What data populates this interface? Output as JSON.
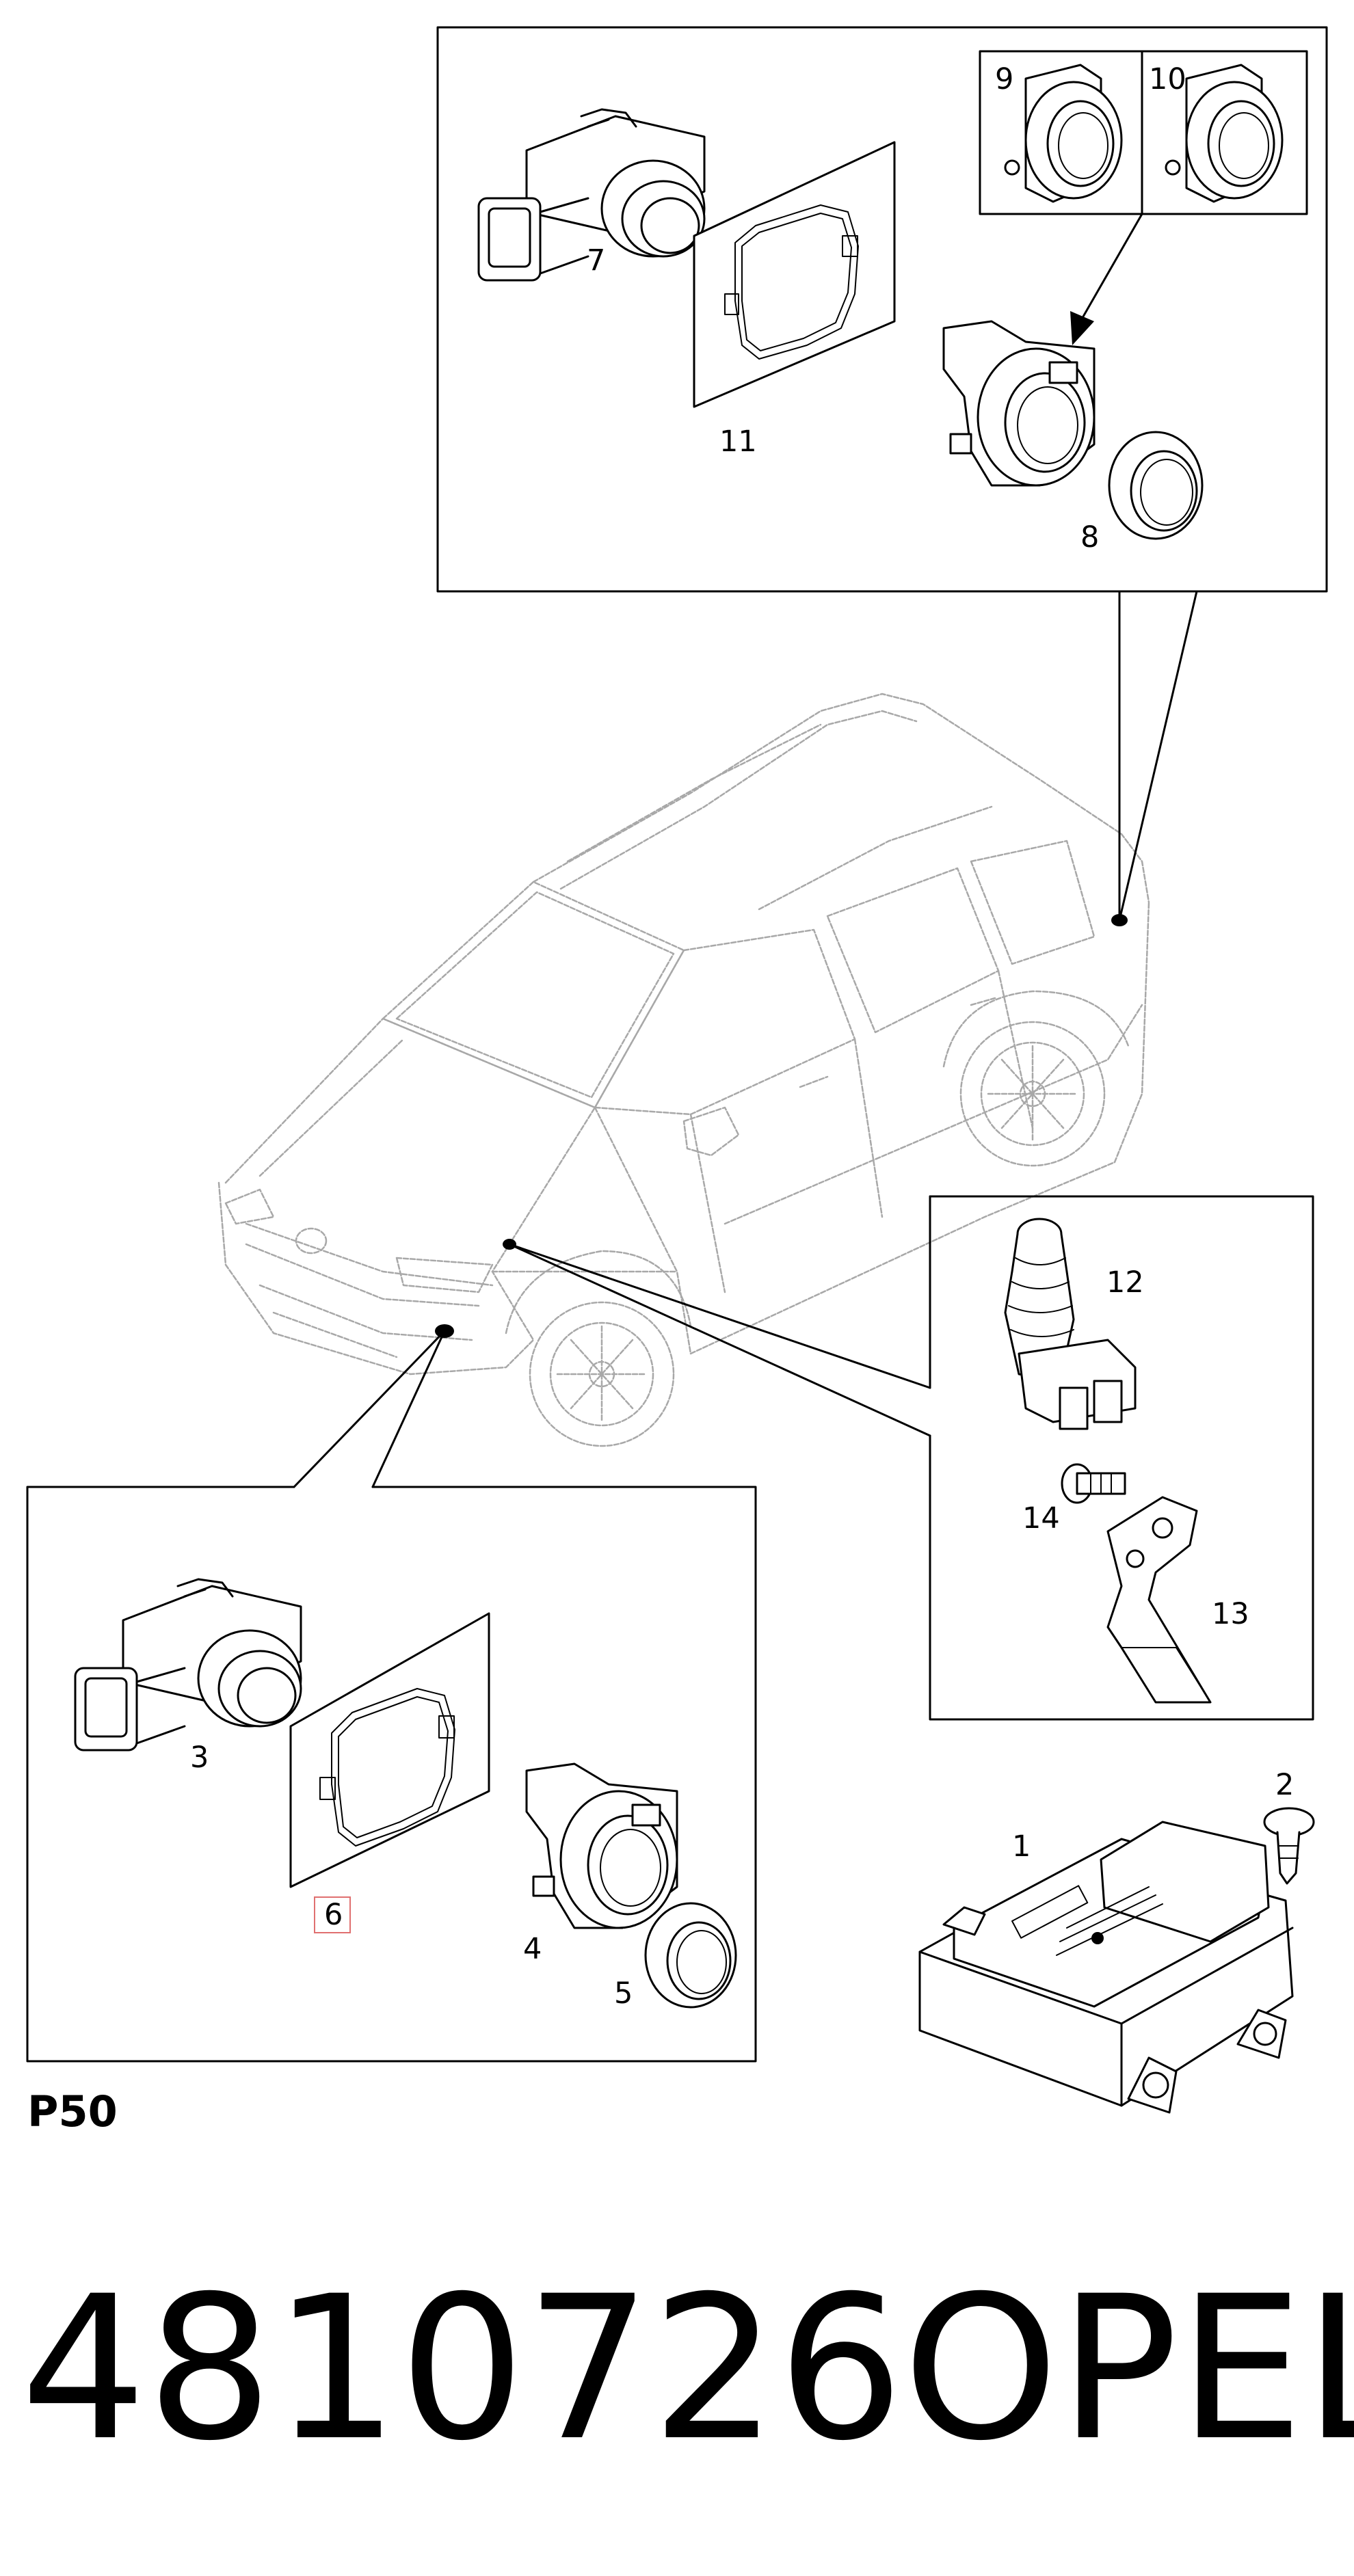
{
  "callouts": {
    "c1": "1",
    "c2": "2",
    "c3": "3",
    "c4": "4",
    "c5": "5",
    "c6": "6",
    "c7": "7",
    "c8": "8",
    "c9": "9",
    "c10": "10",
    "c11": "11",
    "c12": "12",
    "c13": "13",
    "c14": "14"
  },
  "page_code": "P50",
  "part_number": "4810726",
  "brand": "OPEL",
  "colors": {
    "line": "#000000",
    "vehicle_outline": "#a8a8a8",
    "highlight": "#e07070"
  }
}
